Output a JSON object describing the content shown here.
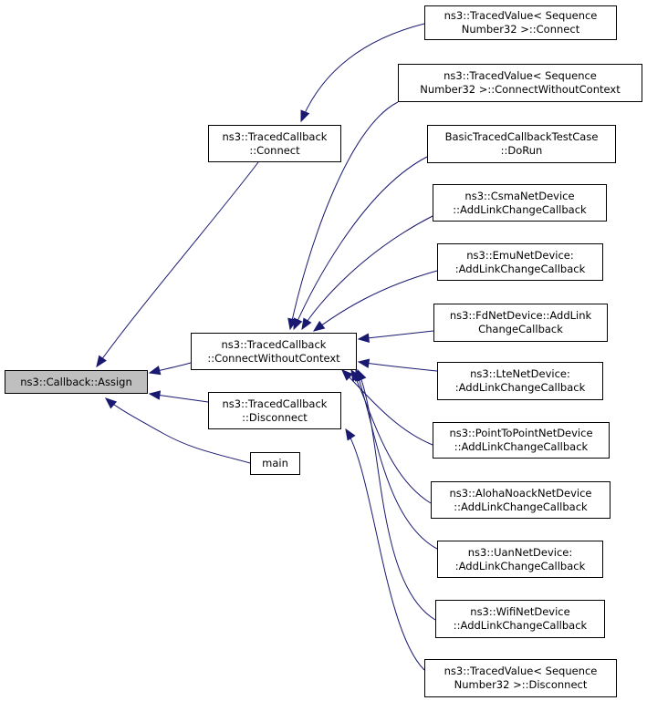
{
  "colors": {
    "edge": "#191970",
    "root_fill": "#bfbfbf",
    "node_fill": "#ffffff",
    "border": "#000000"
  },
  "nodes": {
    "assign": {
      "lines": [
        "ns3::Callback::Assign"
      ]
    },
    "tc_connect": {
      "lines": [
        "ns3::TracedCallback",
        "::Connect"
      ]
    },
    "tc_cwc": {
      "lines": [
        "ns3::TracedCallback",
        "::ConnectWithoutContext"
      ]
    },
    "tc_disconnect": {
      "lines": [
        "ns3::TracedCallback",
        "::Disconnect"
      ]
    },
    "main": {
      "lines": [
        "main"
      ]
    },
    "tv_connect": {
      "lines": [
        "ns3::TracedValue< Sequence",
        "Number32 >::Connect"
      ]
    },
    "tv_cwc": {
      "lines": [
        "ns3::TracedValue< Sequence",
        "Number32 >::ConnectWithoutContext"
      ]
    },
    "basic_test": {
      "lines": [
        "BasicTracedCallbackTestCase",
        "::DoRun"
      ]
    },
    "csma": {
      "lines": [
        "ns3::CsmaNetDevice",
        "::AddLinkChangeCallback"
      ]
    },
    "emu": {
      "lines": [
        "ns3::EmuNetDevice:",
        ":AddLinkChangeCallback"
      ]
    },
    "fd": {
      "lines": [
        "ns3::FdNetDevice::AddLink",
        "ChangeCallback"
      ]
    },
    "lte": {
      "lines": [
        "ns3::LteNetDevice:",
        ":AddLinkChangeCallback"
      ]
    },
    "p2p": {
      "lines": [
        "ns3::PointToPointNetDevice",
        "::AddLinkChangeCallback"
      ]
    },
    "aloha": {
      "lines": [
        "ns3::AlohaNoackNetDevice",
        "::AddLinkChangeCallback"
      ]
    },
    "uan": {
      "lines": [
        "ns3::UanNetDevice:",
        ":AddLinkChangeCallback"
      ]
    },
    "wifi": {
      "lines": [
        "ns3::WifiNetDevice",
        "::AddLinkChangeCallback"
      ]
    },
    "tv_disconnect": {
      "lines": [
        "ns3::TracedValue< Sequence",
        "Number32 >::Disconnect"
      ]
    }
  },
  "edges": [
    {
      "from": "tc_connect",
      "to": "assign"
    },
    {
      "from": "tc_cwc",
      "to": "assign"
    },
    {
      "from": "tc_disconnect",
      "to": "assign"
    },
    {
      "from": "main",
      "to": "assign"
    },
    {
      "from": "tv_connect",
      "to": "tc_connect"
    },
    {
      "from": "tv_cwc",
      "to": "tc_cwc"
    },
    {
      "from": "basic_test",
      "to": "tc_cwc"
    },
    {
      "from": "csma",
      "to": "tc_cwc"
    },
    {
      "from": "emu",
      "to": "tc_cwc"
    },
    {
      "from": "fd",
      "to": "tc_cwc"
    },
    {
      "from": "lte",
      "to": "tc_cwc"
    },
    {
      "from": "p2p",
      "to": "tc_cwc"
    },
    {
      "from": "aloha",
      "to": "tc_cwc"
    },
    {
      "from": "uan",
      "to": "tc_cwc"
    },
    {
      "from": "wifi",
      "to": "tc_cwc"
    },
    {
      "from": "tv_disconnect",
      "to": "tc_disconnect"
    }
  ]
}
